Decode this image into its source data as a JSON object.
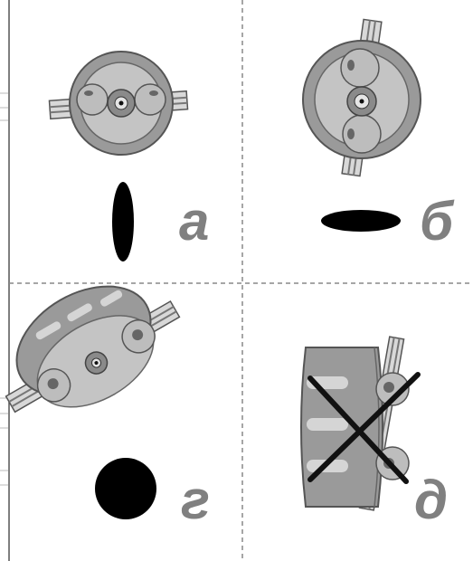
{
  "figure": {
    "panels": [
      {
        "label": "а",
        "description_key": "top-view-horizontal-axis",
        "spot_shape": "vertical-ellipse"
      },
      {
        "label": "б",
        "description_key": "top-view-vertical-axis",
        "spot_shape": "horizontal-ellipse"
      },
      {
        "label": "г",
        "description_key": "tilted-view",
        "spot_shape": "circle"
      },
      {
        "label": "д",
        "description_key": "side-view-crossed",
        "spot_shape": "none"
      }
    ],
    "colors": {
      "label": "#808080",
      "spot": "#000000",
      "divider": "#888888",
      "outer_ring": "#9a9a9a",
      "inner_disc": "#c4c4c4",
      "roller": "#bdbdbd",
      "cross": "#111111"
    }
  }
}
